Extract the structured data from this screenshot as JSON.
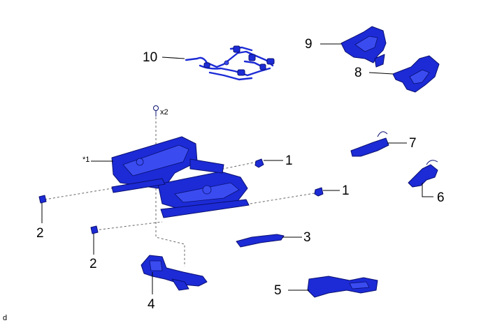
{
  "labels": {
    "part_1a": "1",
    "part_1b": "1",
    "part_2a": "2",
    "part_2b": "2",
    "part_3": "3",
    "part_4": "4",
    "part_5": "5",
    "part_6": "6",
    "part_7": "7",
    "part_8": "8",
    "part_9": "9",
    "part_10": "10",
    "ref_1": "*1",
    "bolt_qty": "x2",
    "corner_code": "d"
  },
  "colors": {
    "part_fill": "#1c2bd6",
    "part_outline": "#0a0f70",
    "leader_line": "#000000",
    "dashed_guide": "#666666"
  }
}
